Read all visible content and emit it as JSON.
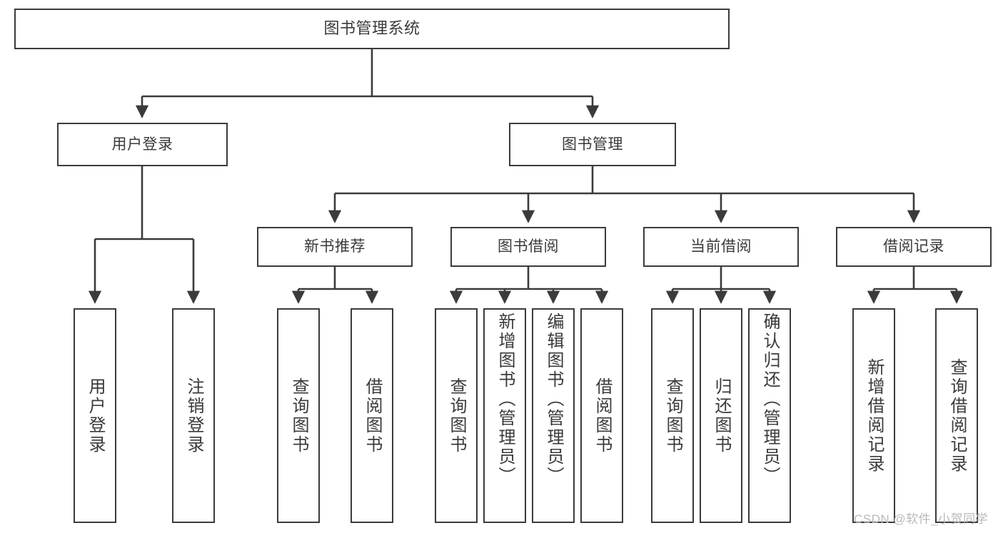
{
  "diagram": {
    "type": "hierarchy-tree",
    "title": "图书管理系统",
    "watermark": "CSDN @软件_小贺同学",
    "colors": {
      "box_border": "#3b3b3b",
      "box_fill": "#ffffff",
      "text": "#3a3a3a",
      "connector": "#3b3b3b",
      "background": "#ffffff",
      "watermark": "#b9b9b9"
    },
    "levels": {
      "root": {
        "label": "图书管理系统"
      },
      "level1": [
        {
          "label": "用户登录"
        },
        {
          "label": "图书管理"
        }
      ],
      "level2": [
        {
          "label": "新书推荐"
        },
        {
          "label": "图书借阅"
        },
        {
          "label": "当前借阅"
        },
        {
          "label": "借阅记录"
        }
      ],
      "leaves": [
        {
          "label": "用户登录",
          "parent": "用户登录"
        },
        {
          "label": "注销登录",
          "parent": "用户登录"
        },
        {
          "label": "查询图书",
          "parent": "新书推荐"
        },
        {
          "label": "借阅图书",
          "parent": "新书推荐"
        },
        {
          "label": "查询图书",
          "parent": "图书借阅"
        },
        {
          "label": "新增图书（管理员）",
          "parent": "图书借阅"
        },
        {
          "label": "编辑图书（管理员）",
          "parent": "图书借阅"
        },
        {
          "label": "借阅图书",
          "parent": "图书借阅"
        },
        {
          "label": "查询图书",
          "parent": "当前借阅"
        },
        {
          "label": "归还图书",
          "parent": "当前借阅"
        },
        {
          "label": "确认归还（管理员）",
          "parent": "当前借阅"
        },
        {
          "label": "新增借阅记录",
          "parent": "借阅记录"
        },
        {
          "label": "查询借阅记录",
          "parent": "借阅记录"
        }
      ]
    }
  }
}
